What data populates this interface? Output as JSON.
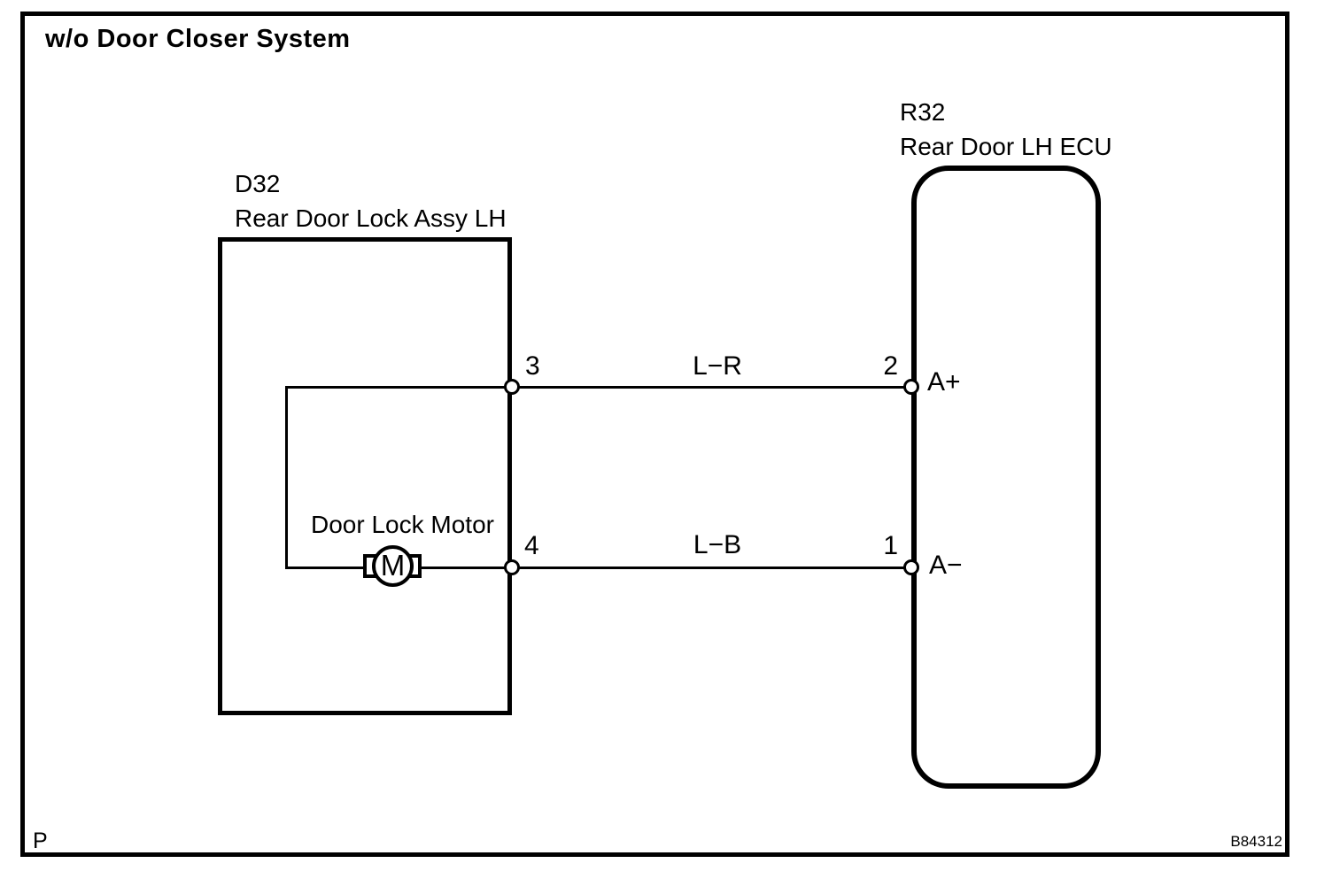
{
  "title": "w/o Door Closer System",
  "components": {
    "lock_assy": {
      "code": "D32",
      "name": "Rear Door Lock Assy LH",
      "motor": {
        "label": "Door Lock Motor",
        "symbol": "M"
      }
    },
    "ecu": {
      "code": "R32",
      "name": "Rear Door LH ECU"
    }
  },
  "wires": [
    {
      "label": "L−R",
      "lock_assy_pin": "3",
      "ecu_pin": "2",
      "ecu_terminal": "A+"
    },
    {
      "label": "L−B",
      "lock_assy_pin": "4",
      "ecu_pin": "1",
      "ecu_terminal": "A−"
    }
  ],
  "footer": {
    "page_marker": "P",
    "figure_id": "B84312"
  },
  "colors": {
    "line": "#000000",
    "background": "#ffffff"
  }
}
